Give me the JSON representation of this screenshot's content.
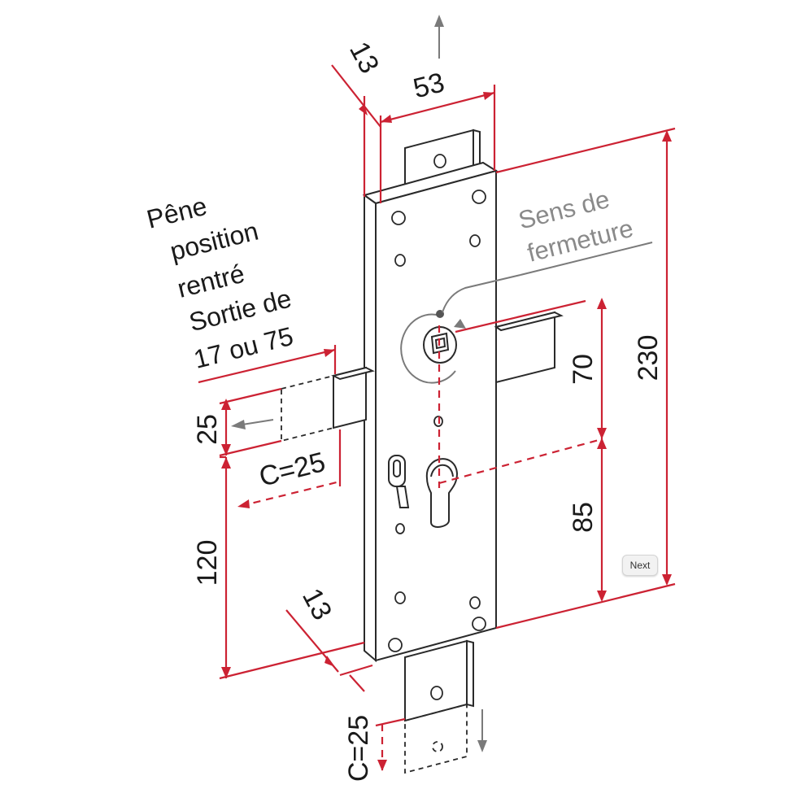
{
  "labels": {
    "pene": [
      "Pêne",
      "position",
      "rentré",
      "Sortie de",
      "17 ou 75"
    ],
    "sens": [
      "Sens de",
      "fermeture"
    ]
  },
  "dimensions": {
    "top_width": "53",
    "top_thickness": "13",
    "bottom_thickness": "13",
    "overall_height": "230",
    "upper_height": "70",
    "lower_height": "85",
    "bolt_height": "25",
    "bolt_throw": "C=25",
    "left_height": "120",
    "bottom_throw": "C=25"
  },
  "controls": {
    "next_label": "Next"
  },
  "colors": {
    "dimension_line": "#cc2233",
    "outline": "#2a2a2a",
    "annotation": "#8a8a8a"
  }
}
